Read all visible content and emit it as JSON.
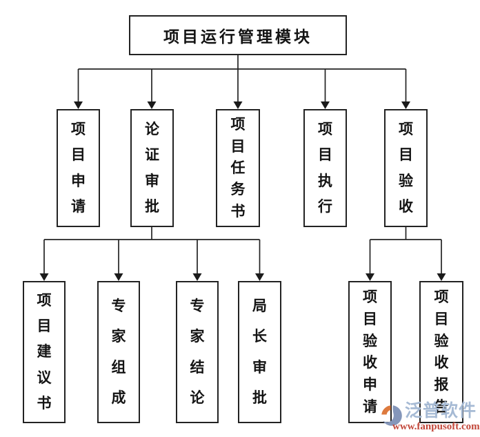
{
  "diagram": {
    "title": "项目运行管理模块",
    "root": {
      "label": "项目运行管理模块"
    },
    "level2": [
      {
        "label": "项目申请"
      },
      {
        "label": "论证审批"
      },
      {
        "label": "项目任务书"
      },
      {
        "label": "项目执行"
      },
      {
        "label": "项目验收"
      }
    ],
    "approval_children": [
      {
        "label": "项目建议书"
      },
      {
        "label": "专家组成"
      },
      {
        "label": "专家结论"
      },
      {
        "label": "局长审批"
      }
    ],
    "acceptance_children": [
      {
        "label": "项目验收申请"
      },
      {
        "label": "项目验收报告"
      }
    ]
  },
  "watermark": {
    "brand": "泛普软件",
    "url": "www.fanpusoft.com",
    "brand_color": "#a6bad4",
    "url_color": "#c2473a",
    "logo_orange": "#dd7a3e",
    "logo_blue": "#8496ba"
  },
  "colors": {
    "line": "#222222",
    "background": "#ffffff",
    "text": "#141414"
  }
}
